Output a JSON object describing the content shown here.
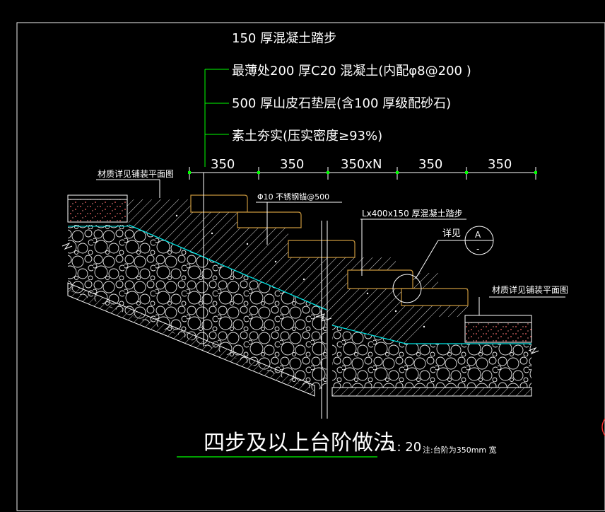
{
  "drawing": {
    "callout_lines": [
      "150  厚混凝土踏步",
      "最薄处200  厚C20  混凝土(内配φ8@200   )",
      "500  厚山皮石垫层(含100  厚级配砂石)",
      "素土夯实(压实密度≥93%)"
    ],
    "dimensions": [
      "350",
      "350",
      "350xN",
      "350",
      "350"
    ],
    "labels": {
      "material_left": "材质详见铺装平面图",
      "material_right": "材质详见铺装平面图",
      "rebar": "Φ10  不锈钢锚@500",
      "tread": "Lx400x150   厚混凝土踏步",
      "detail_ref": "详见",
      "detail_letter": "A",
      "detail_sub": "-"
    },
    "title": {
      "main": "四步及以上台阶做法",
      "scale": "1:  20",
      "note": "注:台阶为350mm      宽"
    },
    "colors": {
      "background": "#000000",
      "text": "#ffffff",
      "callout_leader": "#00ff00",
      "step_outline": "#c8963c",
      "gravel_top": "#00e5e5",
      "hatch": "#e0e0e0",
      "concrete_dots": "#ff5a5a"
    }
  }
}
